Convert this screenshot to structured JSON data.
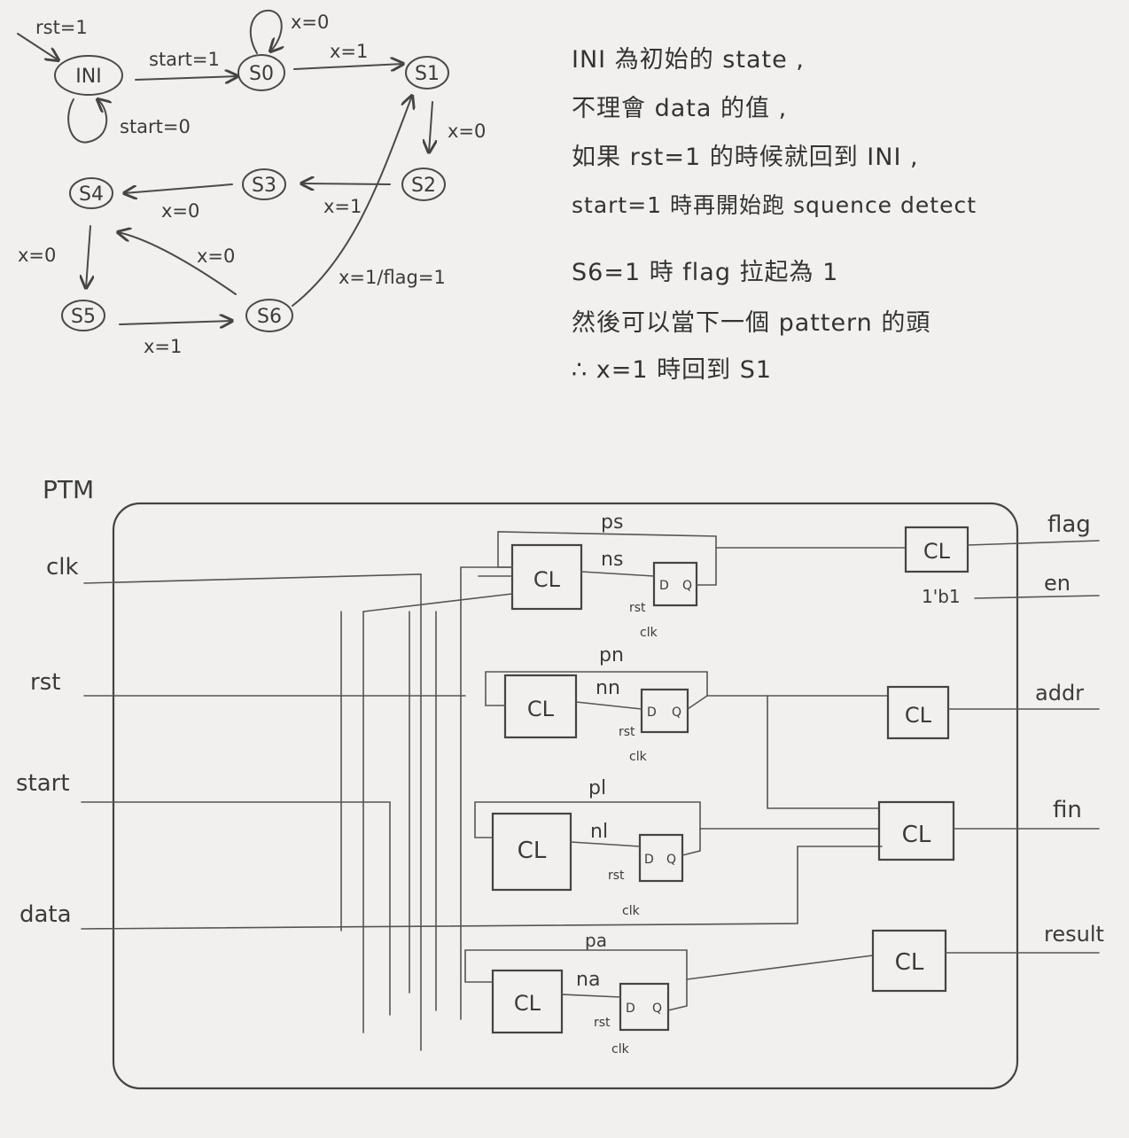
{
  "fsm": {
    "states": [
      "INI",
      "S0",
      "S1",
      "S2",
      "S3",
      "S4",
      "S5",
      "S6"
    ],
    "transitions": {
      "rst_in": "rst=1",
      "ini_self": "start=0",
      "ini_s0": "start=1",
      "s0_self": "x=0",
      "s0_s1": "x=1",
      "s1_s2": "x=0",
      "s2_s3": "x=1",
      "s3_s4": "x=0",
      "s4_s5": "x=0",
      "s5_s6": "x=1",
      "s6_s4": "x=0",
      "s6_s1": "x=1/flag=1"
    }
  },
  "notes": [
    "INI 為初始的 state ,",
    "不理會 data 的值 ,",
    "如果 rst=1 的時候就回到 INI ,",
    "start=1 時再開始跑 squence detect",
    "S6=1 時 flag 拉起為 1",
    "然後可以當下一個 pattern 的頭",
    "∴ x=1 時回到 S1"
  ],
  "circuit": {
    "title": "PTM",
    "inputs": [
      "clk",
      "rst",
      "start",
      "data"
    ],
    "outputs": [
      "flag",
      "en",
      "addr",
      "fin",
      "result"
    ],
    "cl_label": "CL",
    "const_en": "1'b1",
    "registers": [
      {
        "p": "ps",
        "n": "ns"
      },
      {
        "p": "pn",
        "n": "nn"
      },
      {
        "p": "pl",
        "n": "nl"
      },
      {
        "p": "pa",
        "n": "na"
      }
    ],
    "ff": {
      "d": "D",
      "q": "Q",
      "rst": "rst",
      "clk": "clk"
    }
  }
}
